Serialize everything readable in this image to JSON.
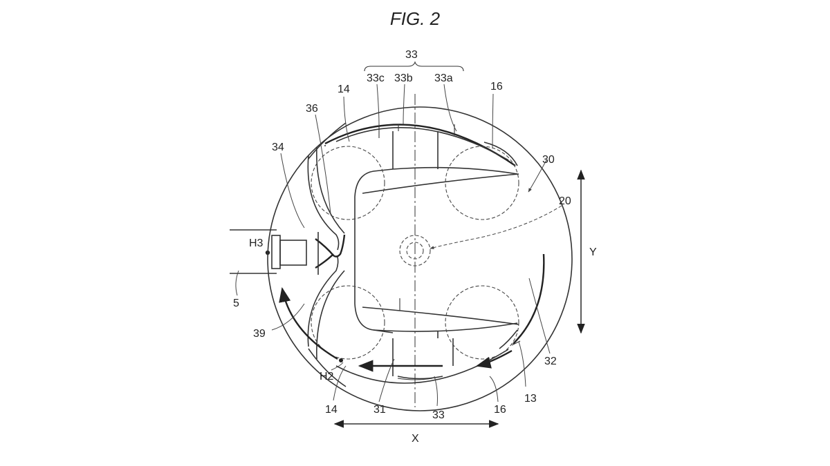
{
  "figure": {
    "title": "FIG. 2"
  },
  "labels": {
    "l33_top": "33",
    "l33c": "33c",
    "l33b": "33b",
    "l33a": "33a",
    "l14_top": "14",
    "l16_top": "16",
    "l36": "36",
    "l34": "34",
    "l30": "30",
    "l20": "20",
    "lH3": "H3",
    "l5": "5",
    "lY": "Y",
    "l39": "39",
    "l32": "32",
    "lH2": "H2",
    "l13": "13",
    "l14_bottom": "14",
    "l31": "31",
    "l33_bottom": "33",
    "l16_bottom": "16",
    "lX": "X"
  }
}
